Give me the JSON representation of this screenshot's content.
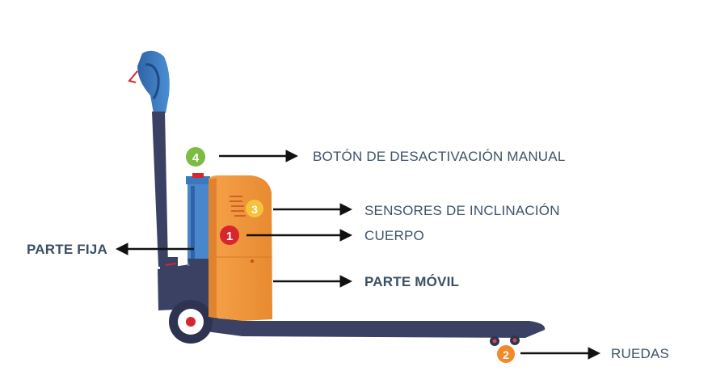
{
  "diagram": {
    "labels": {
      "manual_button": "BOTÓN DE DESACTIVACIÓN MANUAL",
      "tilt_sensors": "SENSORES DE INCLINACIÓN",
      "body": "CUERPO",
      "moving_part": "PARTE MÓVIL",
      "fixed_part": "PARTE FIJA",
      "wheels": "RUEDAS"
    },
    "markers": {
      "m1": "1",
      "m2": "2",
      "m3": "3",
      "m4": "4"
    },
    "colors": {
      "label_text": "#3e5369",
      "arrow": "#111111",
      "body_orange": "#f0963a",
      "handle_blue": "#3b79bf",
      "chassis_navy": "#3b4163",
      "marker_red": "#d7262d",
      "marker_orange": "#f08a2a",
      "marker_yellow": "#f6c23a",
      "marker_green": "#7dbb44"
    }
  }
}
